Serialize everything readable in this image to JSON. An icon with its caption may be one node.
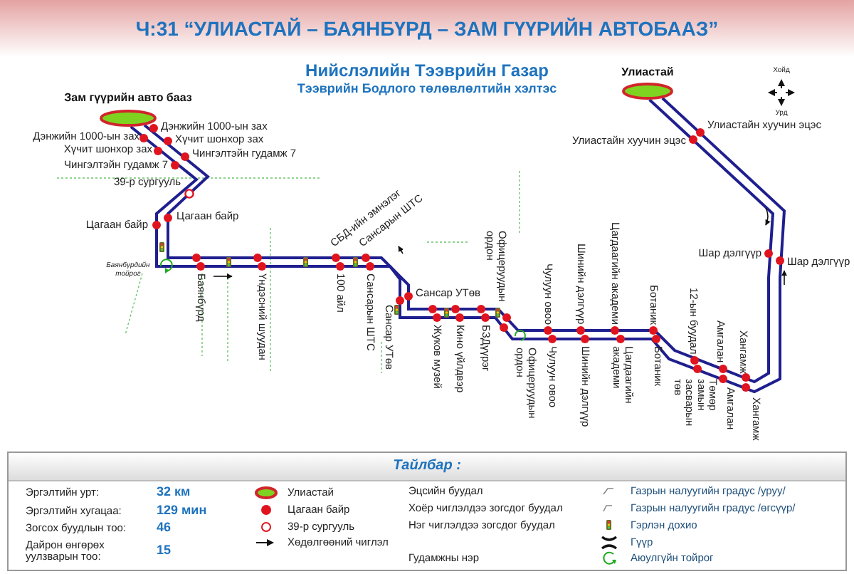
{
  "diagram": {
    "title": "Ч:31 “УЛИАСТАЙ – БАЯНБҮРД – ЗАМ ГҮҮРИЙН АВТОБААЗ”",
    "nodes": [
      {
        "text": [
          "Зам гүүрийн авто бааз"
        ]
      },
      {
        "text": [
          "Улиастай"
        ]
      }
    ],
    "edges": [
      {
        "from": 0,
        "to": 1,
        "arrow": "none"
      },
      {
        "from": 0,
        "to": 1,
        "arrow": "none"
      }
    ],
    "labels": [
      "Нийслэлийн Тээврийн Газар",
      "Тээврийн Бодлого төлөвлөлтийн хэлтэс",
      "Хойд",
      "Урд",
      "Дэнжийн 1000-ын зах",
      "Дэнжийн 1000-ын зах",
      "Хүчит шонхор зах",
      "Хүчит шонхор зах",
      "Чингэлтэйн гудамж 7",
      "Чингэлтэйн гудамж 7",
      "39-р сургууль",
      "Улиастайн хуучин эцэс",
      "Улиастайн хуучин эцэс",
      "Цагаан байр",
      "Цагаан байр",
      "СБД-ийн эмнэлэг",
      "Сансарын ШТС",
      "Шар дэлгүүр",
      "Шар дэлгүүр",
      "Баянбүрдийн тойрог",
      "Баянбүрд",
      "Үндэсний шуудан",
      "100 айл",
      "Сансарын ШТС",
      "Сансар УТөв",
      "Сансар УТөв",
      "Жуков музей",
      "Кино үйлдвэр",
      "БЗДүүрэг",
      "Офицеруудын ордон",
      "Офицеруудын ордон",
      "Чулуун овоо",
      "Чулуун овоо",
      "Шинийн дэлгүүр",
      "Шинийн дэлгүүр",
      "Цагдаагийн академи",
      "Цагдаагийн академи",
      "Ботаник",
      "Ботаник",
      "12-ын буудал",
      "Төмөр замын засварын төв",
      "Амгалан",
      "Амгалан",
      "Хангамж",
      "Хангамж",
      "Тайлбар :",
      "Эргэлтийн урт:",
      "32 км",
      "Эргэлтийн хугацаа:",
      "129 мин",
      "Зогсох буудлын тоо:",
      "46",
      "Дайрон өнгөрөх уулзварын тоо:",
      "15",
      "Эцсийн буудал",
      "Хоёр чиглэлдээ зогсдог буудал",
      "Нэг чиглэлдээ зогсдог буудал",
      "Гудамжны нэр"
    ],
    "legend": [
      {
        "text": "Улиастай"
      },
      {
        "text": "Цагаан байр"
      },
      {
        "text": "39-р сургууль"
      },
      {
        "text": "Хөдөлгөөний чиглэл"
      },
      {
        "text": "Газрын налуугийн градус /уруу/"
      },
      {
        "text": "Газрын налуугийн градус /өгсүүр/"
      },
      {
        "text": "Гэрлэн дохио"
      },
      {
        "text": "Гүүр"
      },
      {
        "text": "Аюулгүйн тойрог"
      }
    ]
  }
}
